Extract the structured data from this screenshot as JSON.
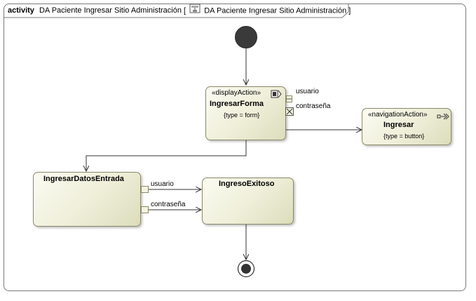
{
  "frame": {
    "keyword": "activity",
    "name": "DA Paciente Ingresar Sitio Administración",
    "bracket_open": "[",
    "diagram_name": "DA Paciente Ingresar Sitio Administración",
    "bracket_close": "]"
  },
  "nodes": {
    "ingresar_forma": {
      "stereotype": "«displayAction»",
      "name": "IngresarForma",
      "tagged": "{type = form}",
      "pins": [
        "usuario",
        "contraseña"
      ]
    },
    "ingresar": {
      "stereotype": "«navigationAction»",
      "name": "Ingresar",
      "tagged": "{type = button}"
    },
    "ingresar_datos": {
      "name": "IngresarDatosEntrada",
      "pins": [
        "usuario",
        "contraseña"
      ]
    },
    "ingreso_exitoso": {
      "name": "IngresoExitoso"
    }
  },
  "icons": {
    "frame_tab": "diagram-icon",
    "display_action": "display-action-icon",
    "navigation_action": "navigation-action-icon",
    "pin_marker": "pin-expansion-icon"
  },
  "colors": {
    "action_fill": "#eeeed8",
    "action_border": "#8a8a6a",
    "edge": "#333333",
    "initial_node": "#3a3a3a"
  }
}
